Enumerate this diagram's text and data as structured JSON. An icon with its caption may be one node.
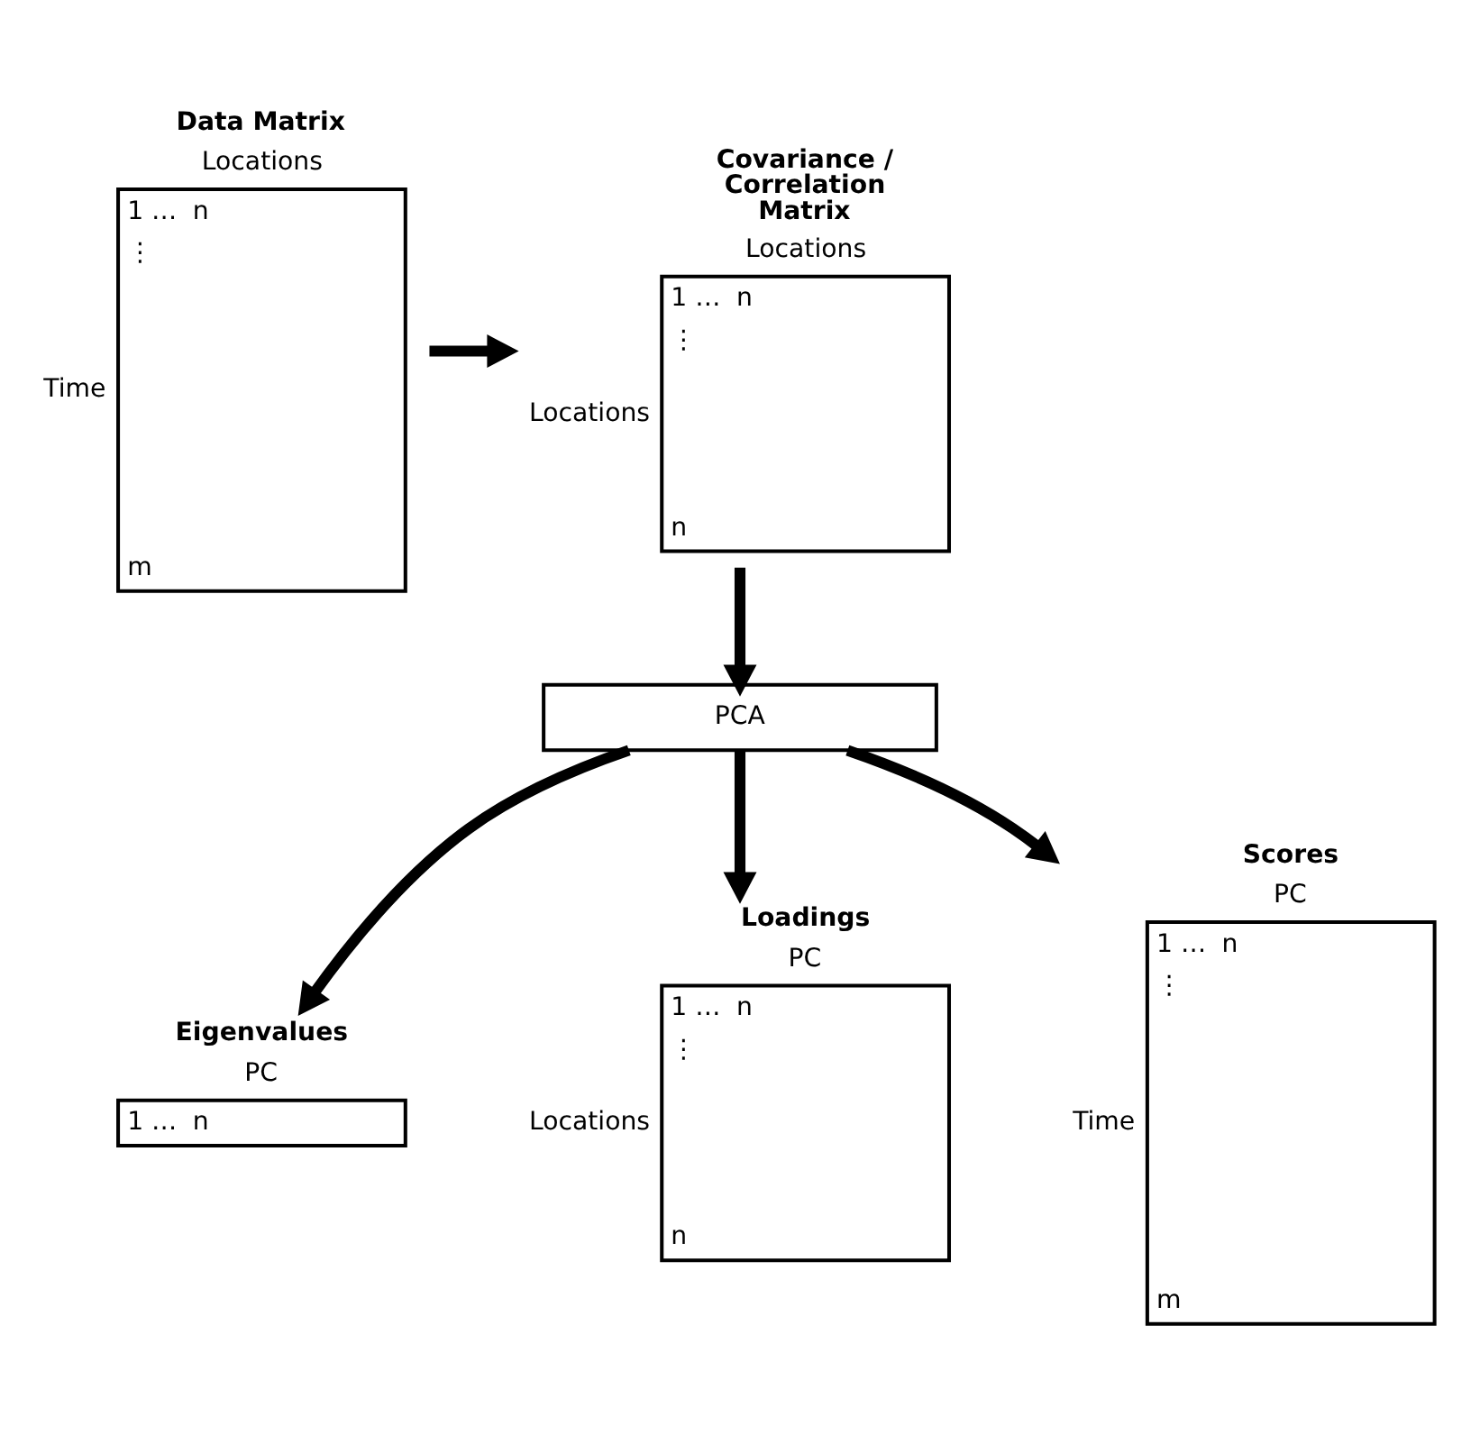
{
  "diagram": {
    "nodes": [
      {
        "text": [
          "Data Matrix",
          "1 …",
          "n",
          "⋮",
          "m"
        ],
        "beside": [
          "Locations",
          "Time"
        ]
      },
      {
        "text": [
          "Covariance / Correlation Matrix",
          "1 …",
          "n",
          "⋮",
          "n"
        ],
        "beside": [
          "Locations",
          "Locations"
        ]
      },
      {
        "text": [
          "PCA"
        ]
      },
      {
        "text": [
          "Eigenvalues",
          "1 …",
          "n"
        ],
        "beside": [
          "PC"
        ]
      },
      {
        "text": [
          "Loadings",
          "1 …",
          "n",
          "⋮",
          "n"
        ],
        "beside": [
          "PC",
          "Locations"
        ]
      },
      {
        "text": [
          "Scores",
          "1 …",
          "n",
          "⋮",
          "m"
        ],
        "beside": [
          "PC",
          "Time"
        ]
      }
    ],
    "edges": [
      {
        "from": 0,
        "to": 1,
        "arrow": "to"
      },
      {
        "from": 1,
        "to": 2,
        "arrow": "to"
      },
      {
        "from": 2,
        "to": 3,
        "arrow": "to"
      },
      {
        "from": 2,
        "to": 4,
        "arrow": "to"
      },
      {
        "from": 2,
        "to": 5,
        "arrow": "to"
      }
    ]
  }
}
